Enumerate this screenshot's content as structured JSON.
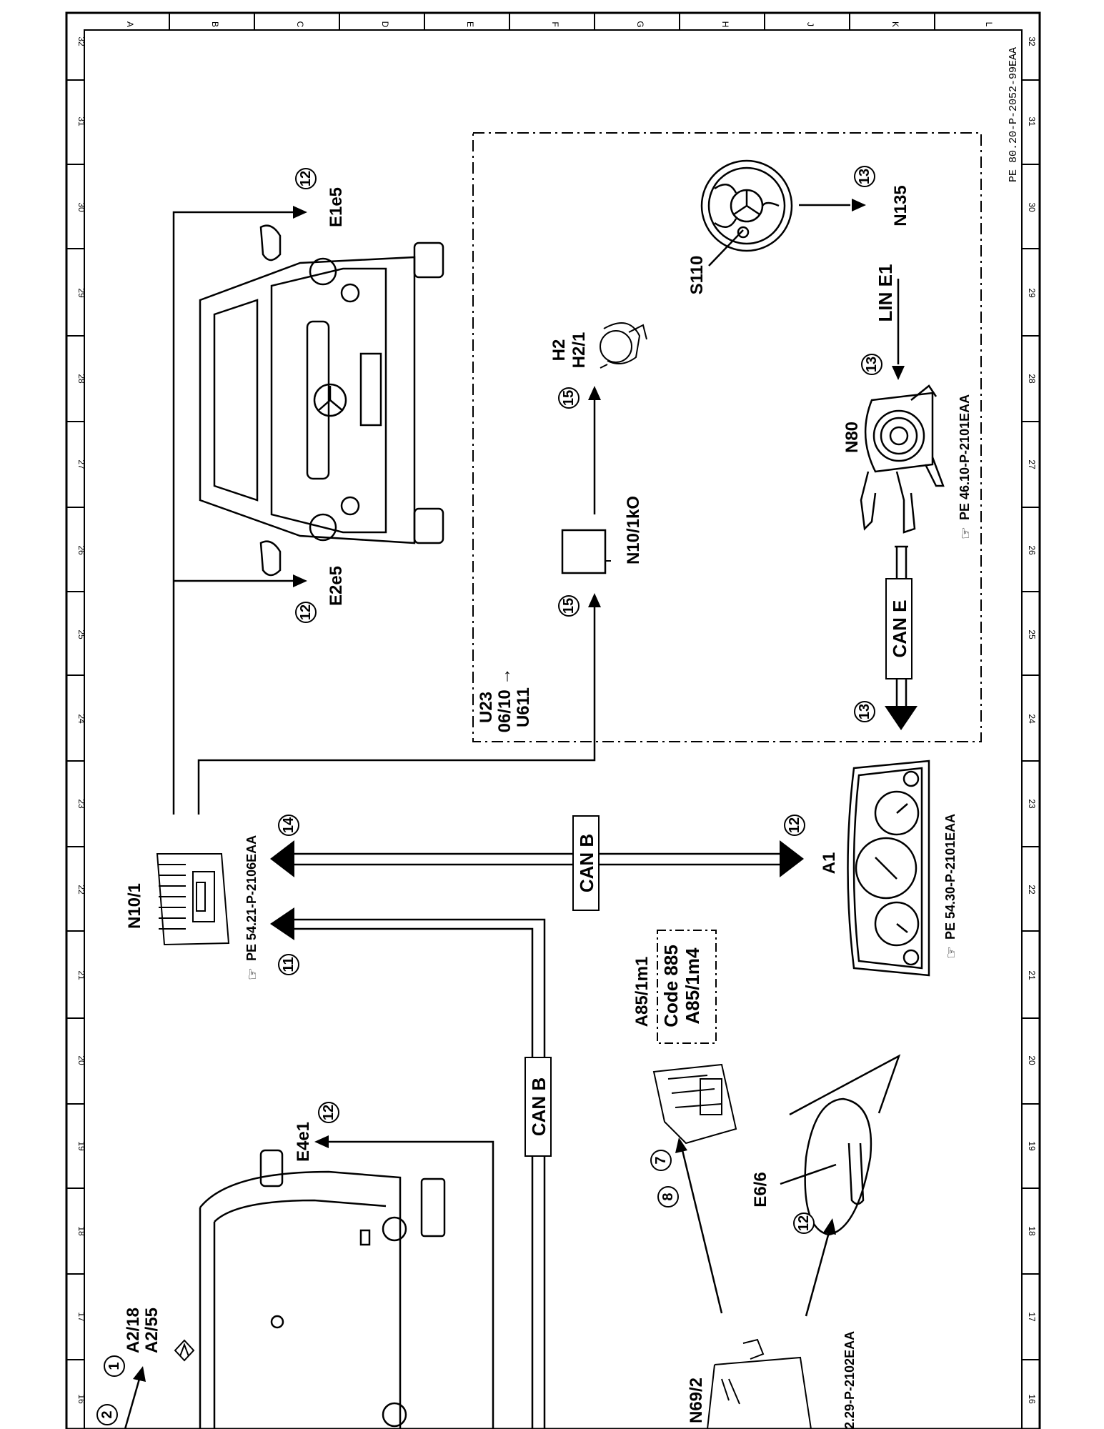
{
  "doc_id": "PE 80.20-P-2052-99EAA",
  "grid": {
    "cols": [
      "A",
      "B",
      "C",
      "D",
      "E",
      "F",
      "G",
      "H",
      "J",
      "K",
      "L"
    ],
    "rows": [
      "16",
      "17",
      "18",
      "19",
      "20",
      "21",
      "22",
      "23",
      "24",
      "25",
      "26",
      "27",
      "28",
      "29",
      "30",
      "31",
      "32"
    ]
  },
  "components": {
    "e1e5": "E1e5",
    "e2e5": "E2e5",
    "e4e1": "E4e1",
    "e6_6": "E6/6",
    "n10_1": "N10/1",
    "a1": "A1",
    "a85": "A85/1m1",
    "a85_code": "Code 885",
    "a85_alt": "A85/1m4",
    "n10_1k0": "N10/1kO",
    "h2": "H2",
    "h2_1": "H2/1",
    "s110": "S110",
    "n135": "N135",
    "n80": "N80",
    "n69_2": "N69/2",
    "a2_18": "A2/18",
    "a2_55": "A2/55",
    "u23": "U23",
    "u23_date": "06/10 →",
    "u611": "U611"
  },
  "buses": {
    "can_b": "CAN B",
    "can_e": "CAN E",
    "lin_e1": "LIN E1"
  },
  "refs": {
    "n10": "PE 54.21-P-2106EAA",
    "a1": "PE 54.30-P-2101EAA",
    "n80": "PE 46.10-P-2101EAA",
    "n69": "2.29-P-2102EAA"
  },
  "callouts": {
    "c1": "1",
    "c2": "2",
    "c7": "7",
    "c8": "8",
    "c11": "11",
    "c12": "12",
    "c13": "13",
    "c14": "14",
    "c15": "15"
  }
}
